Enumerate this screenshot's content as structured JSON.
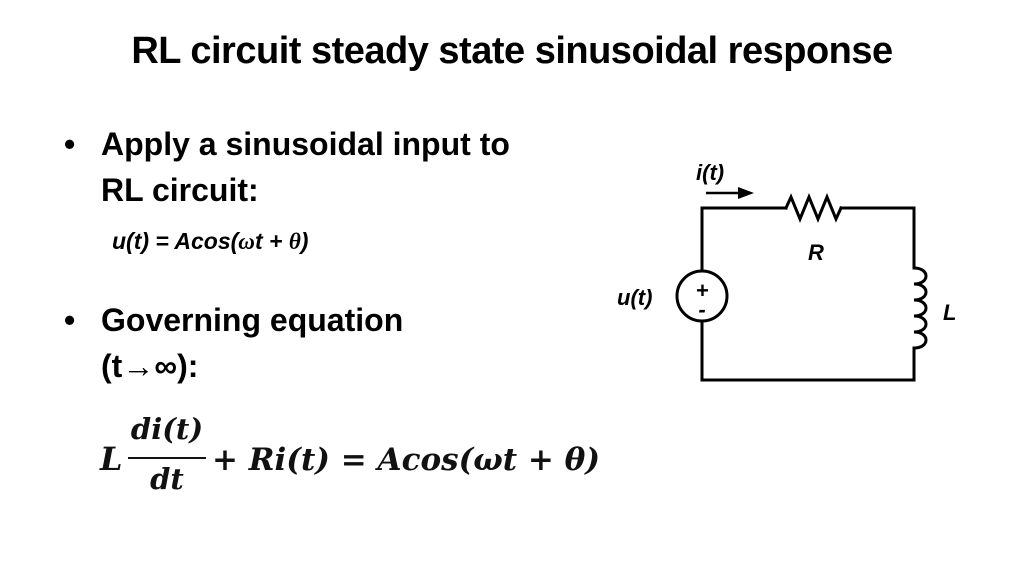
{
  "slide": {
    "title": "RL circuit steady state sinusoidal response",
    "bullets": [
      {
        "marker": "•",
        "lines": [
          "Apply a sinusoidal input to",
          "RL circuit:"
        ]
      },
      {
        "marker": "•",
        "lines": [
          "Governing equation",
          "(t→∞):"
        ]
      }
    ],
    "input_expression": {
      "part1": "u(t) = Acos(",
      "omega": "ω",
      "part2": "t + ",
      "theta": "θ",
      "part3": ")"
    },
    "equation": {
      "lhs_coefficient": "L",
      "numerator": "di(t)",
      "denominator": "dt",
      "rest": "+ Ri(t) = Acos(ωt + θ)"
    }
  },
  "circuit": {
    "current_label": "i(t)",
    "resistor_label": "R",
    "inductor_label": "L",
    "source_label": "u(t)",
    "source_plus": "+",
    "source_minus": "-"
  }
}
